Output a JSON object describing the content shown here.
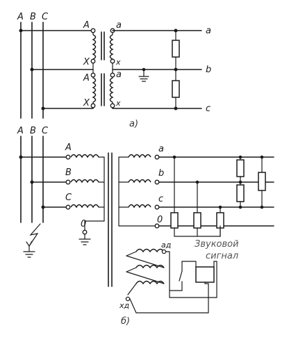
{
  "bus_labels_a": [
    "A",
    "B",
    "C"
  ],
  "bus_labels_b": [
    "A",
    "B",
    "C"
  ],
  "vt_primary_labels": [
    "A",
    "X",
    "A",
    "X"
  ],
  "vt_secondary_labels": [
    "a",
    "x",
    "a",
    "x"
  ],
  "output_labels": [
    "a",
    "b",
    "c"
  ],
  "caption_a": "а)",
  "caption_b": "б)",
  "star_primary_labels": [
    "A",
    "B",
    "C",
    "0"
  ],
  "star_secondary_labels": [
    "a",
    "b",
    "c",
    "0"
  ],
  "delta_labels": [
    "aд",
    "xд"
  ],
  "signal_label_line1": "Звуковой",
  "signal_label_line2": "сигнал"
}
